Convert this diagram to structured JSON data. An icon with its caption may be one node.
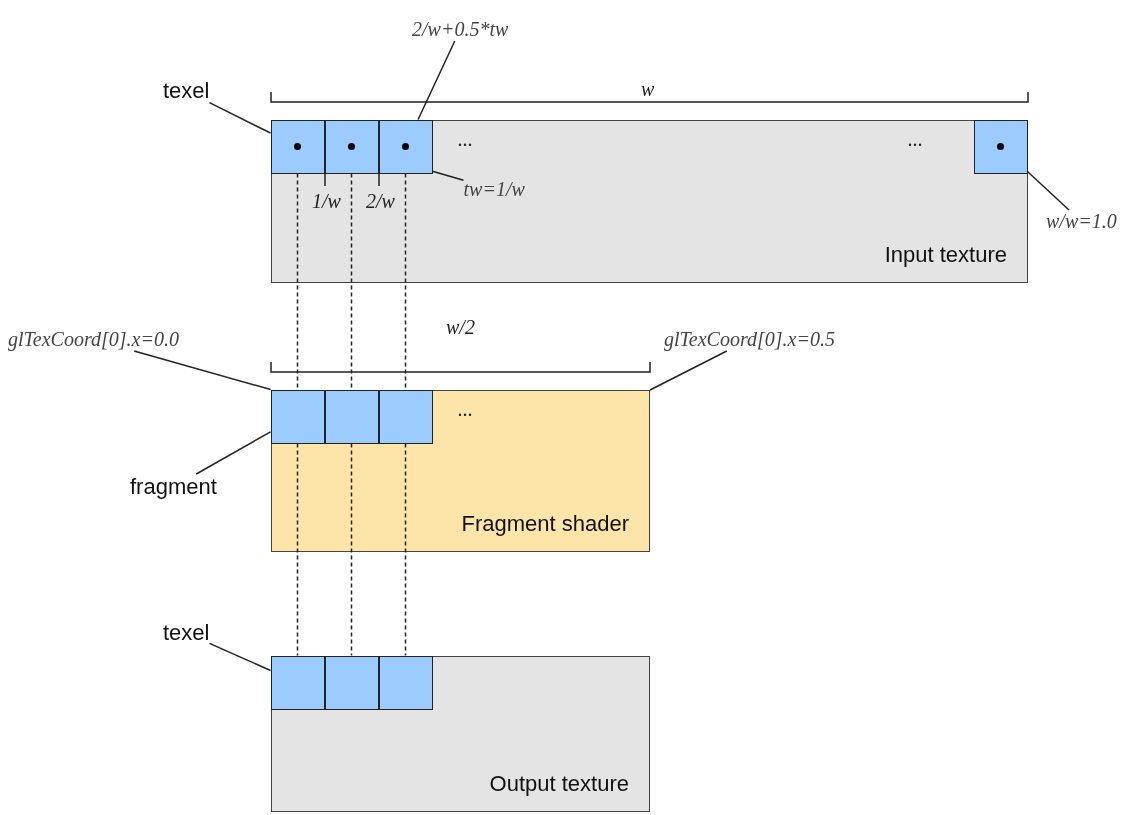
{
  "diagram": {
    "nodes": [
      {
        "text": [
          "texel"
        ]
      },
      {
        "text": [
          "Input texture"
        ]
      },
      {
        "text": [],
        "shape": "box",
        "in": 1
      },
      {
        "text": [],
        "shape": "box",
        "in": 1
      },
      {
        "text": [],
        "shape": "box",
        "in": 1
      },
      {
        "text": [],
        "shape": "box",
        "in": 1
      },
      {
        "text": [
          "2/w+0.5*tw"
        ]
      },
      {
        "text": [
          "tw=1/w"
        ],
        "in": 1
      },
      {
        "text": [
          "w/w=1.0"
        ]
      },
      {
        "text": [
          "glTexCoord[0].x=0.0"
        ]
      },
      {
        "text": [
          "glTexCoord[0].x=0.5"
        ]
      },
      {
        "text": [
          "fragment"
        ]
      },
      {
        "text": [
          "Fragment shader"
        ]
      },
      {
        "text": [],
        "shape": "box",
        "in": 12
      },
      {
        "text": [],
        "shape": "box",
        "in": 12
      },
      {
        "text": [],
        "shape": "box",
        "in": 12
      },
      {
        "text": [
          "texel"
        ]
      },
      {
        "text": [
          "Output texture"
        ]
      },
      {
        "text": [],
        "shape": "box",
        "in": 17
      },
      {
        "text": [],
        "shape": "box",
        "in": 17
      },
      {
        "text": [],
        "shape": "box",
        "in": 17
      }
    ],
    "edges": [
      {
        "from": 0,
        "to": 2,
        "arrow": "none"
      },
      {
        "from": 6,
        "to": 4,
        "arrow": "none"
      },
      {
        "from": 7,
        "to": 4,
        "arrow": "none"
      },
      {
        "from": 8,
        "to": 5,
        "arrow": "none"
      },
      {
        "from": 9,
        "to": 13,
        "arrow": "none"
      },
      {
        "from": 10,
        "to": 12,
        "arrow": "none"
      },
      {
        "from": 11,
        "to": 13,
        "arrow": "none"
      },
      {
        "from": 16,
        "to": 18,
        "arrow": "none"
      },
      {
        "from": 2,
        "to": 13,
        "arrow": "none",
        "style": "dashed"
      },
      {
        "from": 3,
        "to": 14,
        "arrow": "none",
        "style": "dashed"
      },
      {
        "from": 4,
        "to": 15,
        "arrow": "none",
        "style": "dashed"
      },
      {
        "from": 13,
        "to": 18,
        "arrow": "none",
        "style": "dashed"
      },
      {
        "from": 14,
        "to": 19,
        "arrow": "none",
        "style": "dashed"
      },
      {
        "from": 15,
        "to": 20,
        "arrow": "none",
        "style": "dashed"
      }
    ],
    "labels": [
      "w",
      "...",
      "...",
      "1/w",
      "2/w",
      "w/2",
      "..."
    ]
  }
}
